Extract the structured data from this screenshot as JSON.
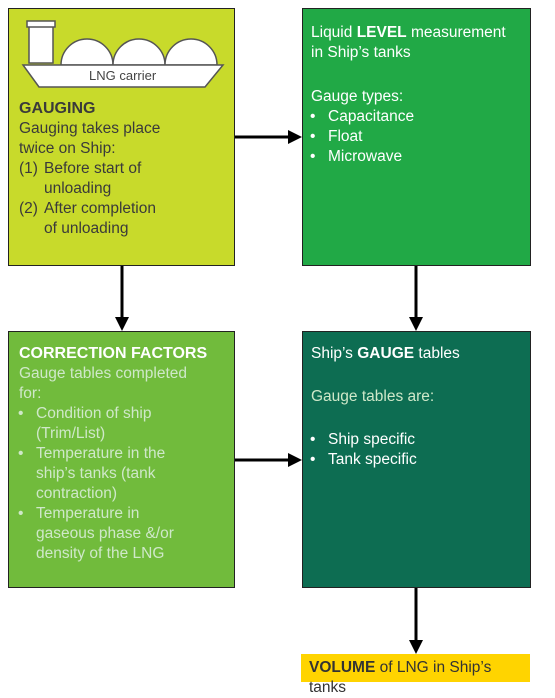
{
  "gauging": {
    "ship_label": "LNG carrier",
    "title": "GAUGING",
    "line1": "Gauging takes place",
    "line2": "twice on Ship:",
    "steps": [
      {
        "num": "(1)",
        "line1": "Before start of",
        "line2": "unloading"
      },
      {
        "num": "(2)",
        "line1": "After completion",
        "line2": "of unloading"
      }
    ]
  },
  "level": {
    "line1_pre": "Liquid ",
    "line1_bold": "LEVEL",
    "line1_post": " measurement",
    "line2": "in Ship’s tanks",
    "types_label": "Gauge types:",
    "types": [
      "Capacitance",
      "Float",
      "Microwave"
    ]
  },
  "correction": {
    "title": "CORRECTION FACTORS",
    "line1": "Gauge tables completed",
    "line2": "for:",
    "items": [
      {
        "line1": "Condition of ship",
        "line2": "(Trim/List)"
      },
      {
        "line1": "Temperature in the",
        "line2": "ship’s tanks (tank",
        "line3": "contraction)"
      },
      {
        "line1": "Temperature in",
        "line2": "gaseous phase &/or",
        "line3": "density of the LNG"
      }
    ]
  },
  "gauge_tables": {
    "title_pre": "Ship’s ",
    "title_bold": "GAUGE",
    "title_post": " tables",
    "subtitle": "Gauge tables are:",
    "items": [
      "Ship specific",
      "Tank specific"
    ]
  },
  "volume": {
    "bold": "VOLUME",
    "rest": " of LNG in Ship’s tanks"
  },
  "colors": {
    "gauging": "#c8da2b",
    "level": "#21a946",
    "correction": "#71bb3c",
    "gauge_tables": "#0d6d52",
    "volume": "#ffd400",
    "arrow": "#000000"
  }
}
